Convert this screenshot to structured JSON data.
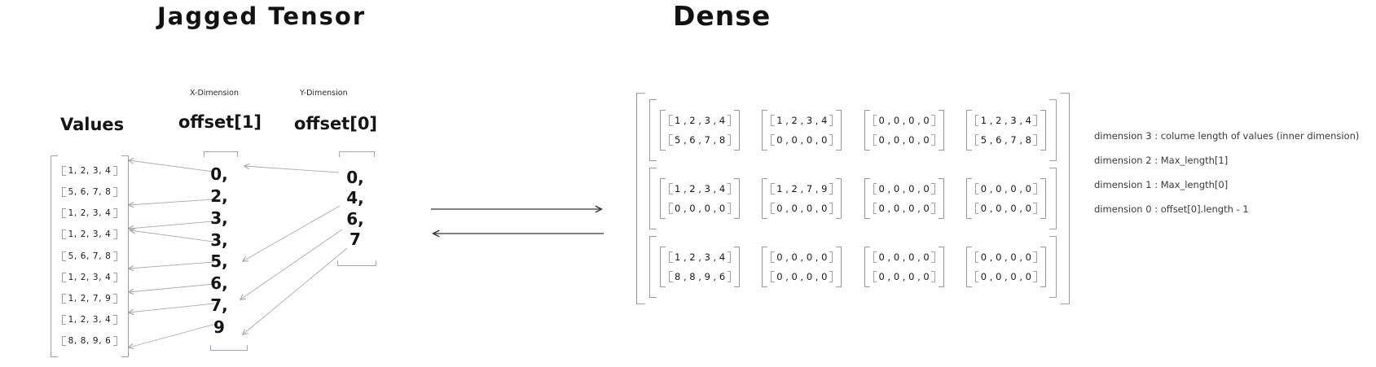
{
  "titles": {
    "jagged": "Jagged Tensor",
    "dense": "Dense"
  },
  "jagged": {
    "values_header": "Values",
    "x_dimension_label": "X-Dimension",
    "y_dimension_label": "Y-Dimension",
    "offset1_header": "offset[1]",
    "offset0_header": "offset[0]",
    "values_rows": [
      "1, 2, 3, 4",
      "5, 6, 7, 8",
      "1, 2, 3, 4",
      "1, 2, 3, 4",
      "5, 6, 7, 8",
      "1, 2, 3, 4",
      "1, 2, 7, 9",
      "1, 2, 3, 4",
      "8, 8, 9, 6"
    ],
    "offset1_values": [
      "0,",
      "2,",
      "3,",
      "3,",
      "5,",
      "6,",
      "7,",
      "9"
    ],
    "offset0_values": [
      "0,",
      "4,",
      "6,",
      "7"
    ]
  },
  "dense": {
    "rows": [
      [
        [
          "1 , 2 , 3 , 4",
          "5 , 6 , 7 , 8"
        ],
        [
          "1 , 2 , 3 , 4",
          "0 , 0 , 0 , 0"
        ],
        [
          "0 , 0 , 0 , 0",
          "0 , 0 , 0 , 0"
        ],
        [
          "1 , 2 , 3 , 4",
          "5 , 6 , 7 , 8"
        ]
      ],
      [
        [
          "1 , 2 , 3 , 4",
          "0 , 0 , 0 , 0"
        ],
        [
          "1 , 2 , 7 , 9",
          "0 , 0 , 0 , 0"
        ],
        [
          "0 , 0 , 0 , 0",
          "0 , 0 , 0 , 0"
        ],
        [
          "0 , 0 , 0 , 0",
          "0 , 0 , 0 , 0"
        ]
      ],
      [
        [
          "1 , 2 , 3 , 4",
          "8 , 8 , 9 , 6"
        ],
        [
          "0 , 0 , 0 , 0",
          "0 , 0 , 0 , 0"
        ],
        [
          "0 , 0 , 0 , 0",
          "0 , 0 , 0 , 0"
        ],
        [
          "0 , 0 , 0 , 0",
          "0 , 0 , 0 , 0"
        ]
      ]
    ]
  },
  "annotations": [
    "dimension 3 : colume length of values (inner dimension)",
    "dimension 2 : Max_length[1]",
    "dimension 1 : Max_length[0]",
    "dimension 0 : offset[0].length - 1"
  ],
  "colors": {
    "ink": "#1c1c1c",
    "bracket_gray": "#9aa0a6",
    "connector_gray": "#a8a8a8",
    "arrow_dark": "#343434"
  }
}
